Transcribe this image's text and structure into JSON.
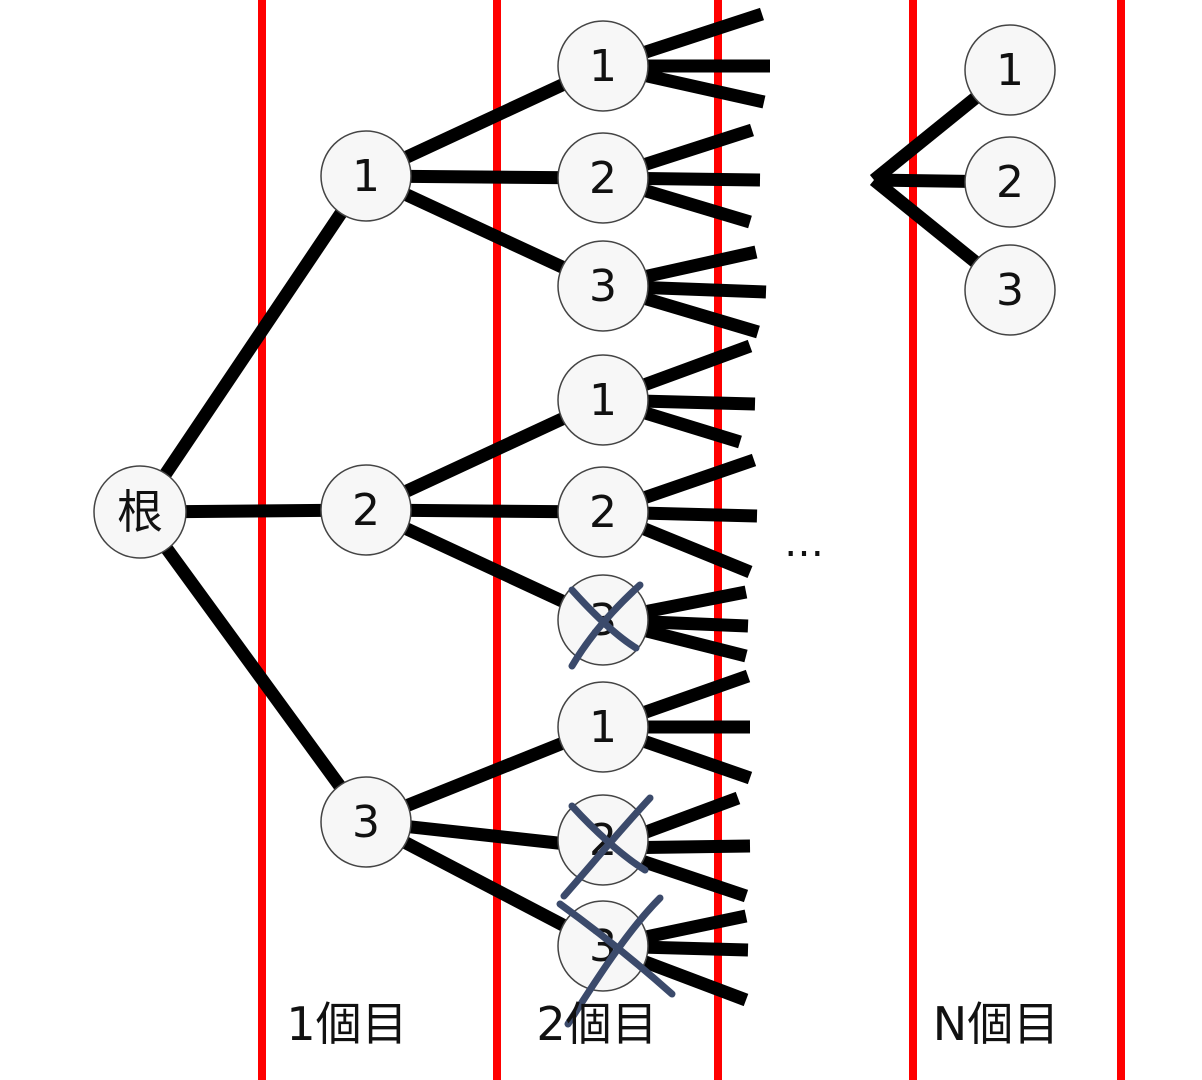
{
  "diagram": {
    "root": {
      "label": "根"
    },
    "levels": [
      {
        "label": "1個目",
        "nodes": [
          "1",
          "2",
          "3"
        ]
      },
      {
        "label": "2個目",
        "nodes": [
          "1",
          "2",
          "3",
          "1",
          "2",
          "3",
          "1",
          "2",
          "3"
        ],
        "crossed": [
          false,
          false,
          false,
          false,
          false,
          true,
          false,
          true,
          true
        ]
      },
      {
        "label": "N個目",
        "nodes": [
          "1",
          "2",
          "3"
        ]
      }
    ],
    "ellipsis": "…",
    "colors": {
      "divider": "#ff0000",
      "edge": "#000000",
      "node_fill": "#f7f7f7",
      "node_stroke": "#444444",
      "cross_mark": "#3b4a6b"
    }
  }
}
